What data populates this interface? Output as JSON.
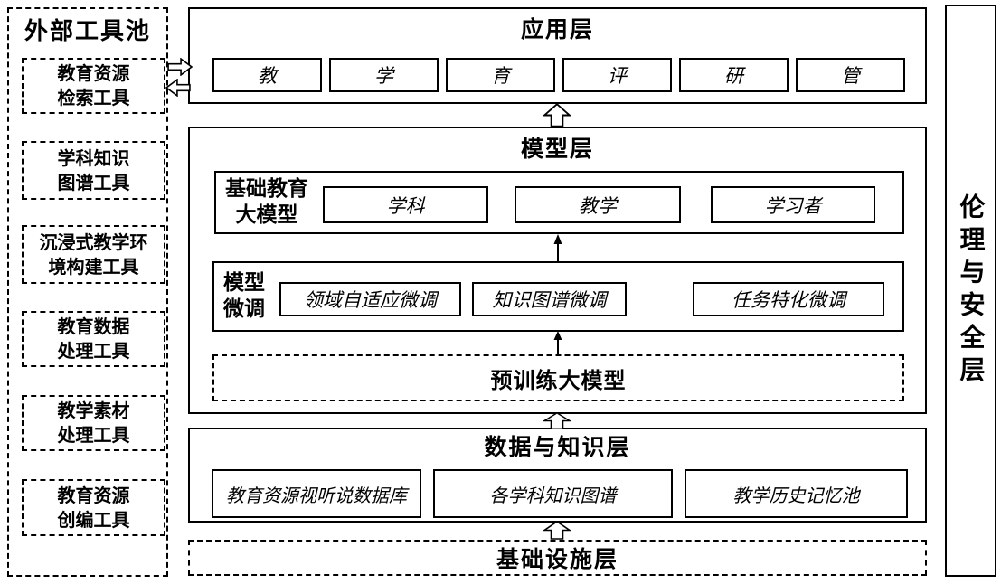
{
  "colors": {
    "line": "#000000",
    "background": "#ffffff"
  },
  "tool_pool": {
    "title": "外部工具池",
    "tools": [
      {
        "label": "教育资源\n检索工具"
      },
      {
        "label": "学科知识\n图谱工具"
      },
      {
        "label": "沉浸式教学环\n境构建工具"
      },
      {
        "label": "教育数据\n处理工具"
      },
      {
        "label": "教学素材\n处理工具"
      },
      {
        "label": "教育资源\n创编工具"
      }
    ]
  },
  "application_layer": {
    "title": "应用层",
    "items": [
      "教",
      "学",
      "育",
      "评",
      "研",
      "管"
    ]
  },
  "model_layer": {
    "title": "模型层",
    "foundation_model": {
      "label": "基础教育\n大模型",
      "items": [
        "学科",
        "教学",
        "学习者"
      ]
    },
    "fine_tuning": {
      "label": "模型\n微调",
      "items": [
        "领域自适应微调",
        "知识图谱微调",
        "任务特化微调"
      ]
    },
    "pretrained_model_label": "预训练大模型"
  },
  "data_layer": {
    "title": "数据与知识层",
    "items": [
      "教育资源视听说数据库",
      "各学科知识图谱",
      "教学历史记忆池"
    ]
  },
  "infrastructure_layer": {
    "title": "基础设施层"
  },
  "ethics_layer": {
    "title": "伦理与安全层"
  }
}
